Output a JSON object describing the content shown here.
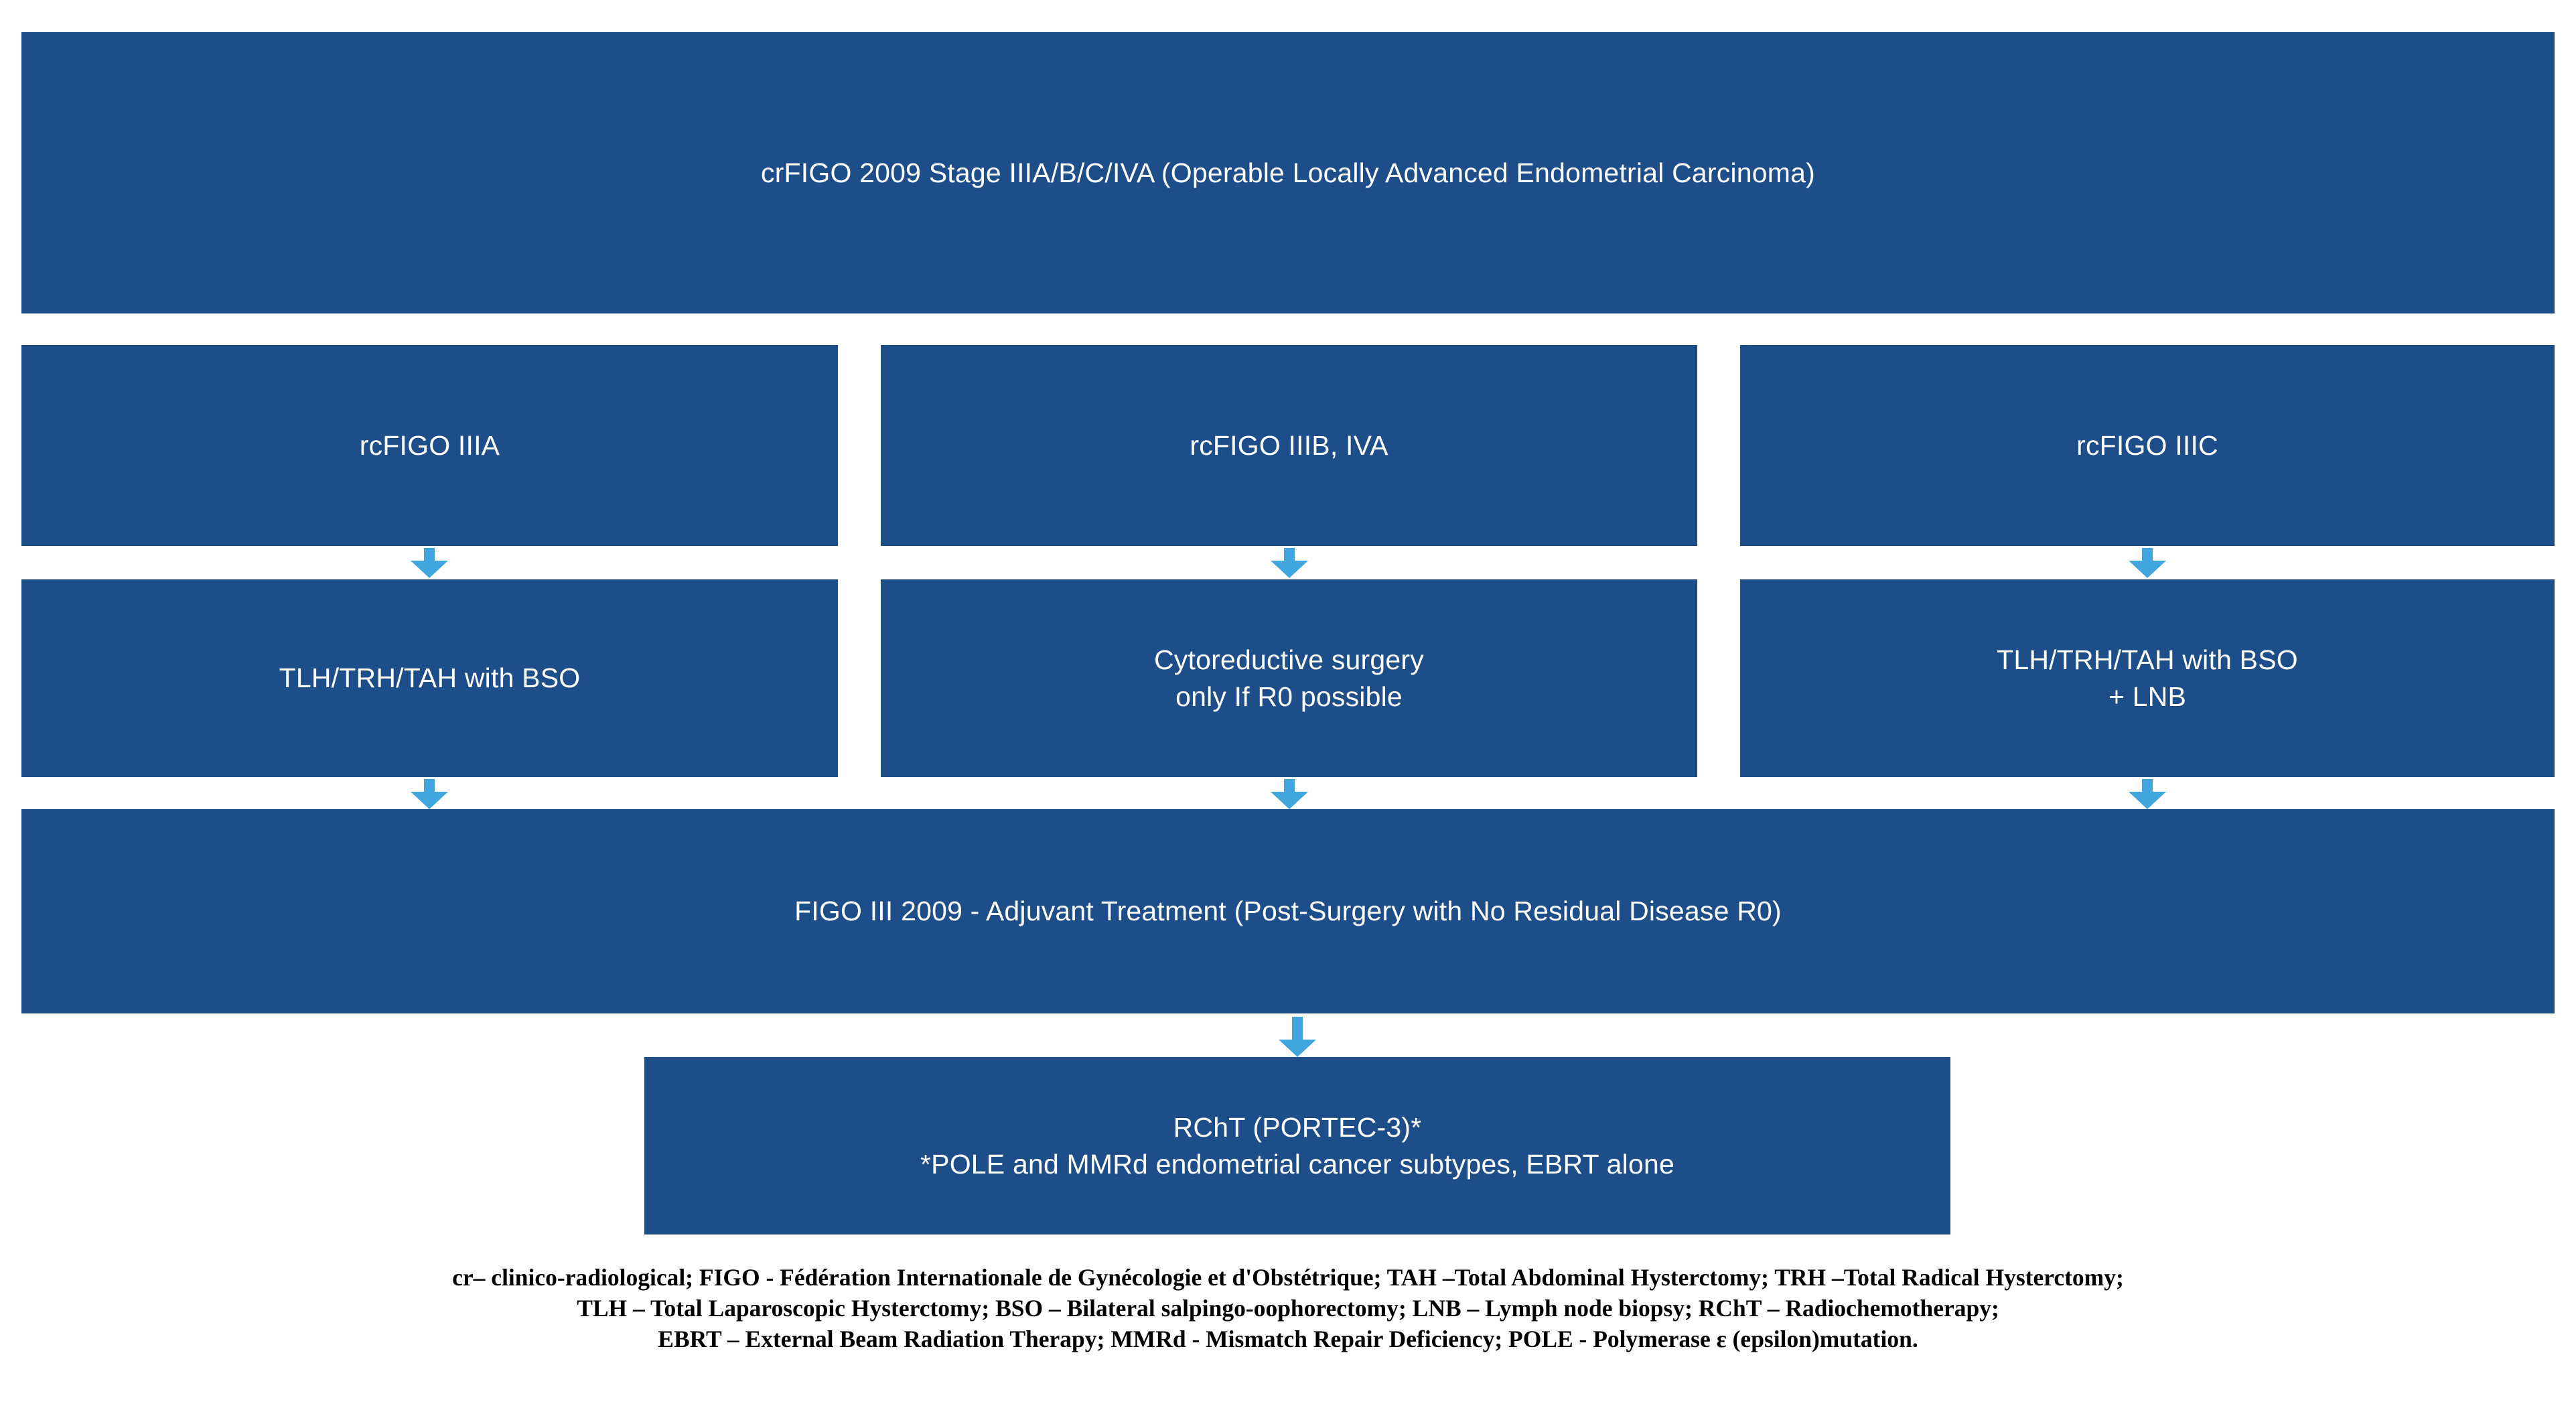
{
  "colors": {
    "node_fill": "#1d4e89",
    "node_text": "#ffffff",
    "arrow": "#41a6dd",
    "page_background": "#ffffff",
    "legend_text": "#000000"
  },
  "diagram": {
    "title": "crFIGO 2009  Stage IIIA/B/C/IVA (Operable Locally Advanced Endometrial Carcinoma)",
    "nodes": {
      "root": {
        "label": "crFIGO 2009  Stage IIIA/B/C/IVA (Operable Locally Advanced Endometrial Carcinoma)"
      },
      "stage_iiia": {
        "label": "rcFIGO IIIA"
      },
      "stage_iiib": {
        "label": "rcFIGO IIIB, IVA"
      },
      "stage_iiic": {
        "label": "rcFIGO IIIC"
      },
      "surgery_iiia": {
        "line1": "TLH/TRH/TAH with BSO"
      },
      "surgery_iiib": {
        "line1": "Cytoreductive surgery",
        "line2": "only If R0 possible"
      },
      "surgery_iiic": {
        "line1": "TLH/TRH/TAH with BSO",
        "line2": "+ LNB"
      },
      "adjuvant": {
        "label": "FIGO III 2009  - Adjuvant Treatment (Post-Surgery with No Residual Disease R0)"
      },
      "rcht": {
        "line1": "RChT (PORTEC-3)*",
        "line2": "*POLE and MMRd endometrial cancer subtypes, EBRT alone"
      }
    },
    "edges": [
      {
        "name": "iiia-to-surgery",
        "from": "stage_iiia",
        "to": "surgery_iiia"
      },
      {
        "name": "iiib-to-surgery",
        "from": "stage_iiib",
        "to": "surgery_iiib"
      },
      {
        "name": "iiic-to-surgery",
        "from": "stage_iiic",
        "to": "surgery_iiic"
      },
      {
        "name": "surgery-iiia-to-adjuvant",
        "from": "surgery_iiia",
        "to": "adjuvant"
      },
      {
        "name": "surgery-iiib-to-adjuvant",
        "from": "surgery_iiib",
        "to": "adjuvant"
      },
      {
        "name": "surgery-iiic-to-adjuvant",
        "from": "surgery_iiic",
        "to": "adjuvant"
      },
      {
        "name": "adjuvant-to-rcht",
        "from": "adjuvant",
        "to": "rcht"
      }
    ]
  },
  "legend": {
    "line1": "cr– clinico-radiological; FIGO - Fédération Internationale de Gynécologie et d'Obstétrique; TAH –Total Abdominal Hysterctomy; TRH –Total Radical Hysterctomy;",
    "line2": "TLH – Total Laparoscopic Hysterctomy; BSO – Bilateral salpingo-oophorectomy; LNB – Lymph node biopsy; RChT – Radiochemotherapy;",
    "line3": "EBRT – External Beam Radiation Therapy; MMRd - Mismatch Repair Deficiency; POLE - Polymerase ε (epsilon)mutation."
  }
}
